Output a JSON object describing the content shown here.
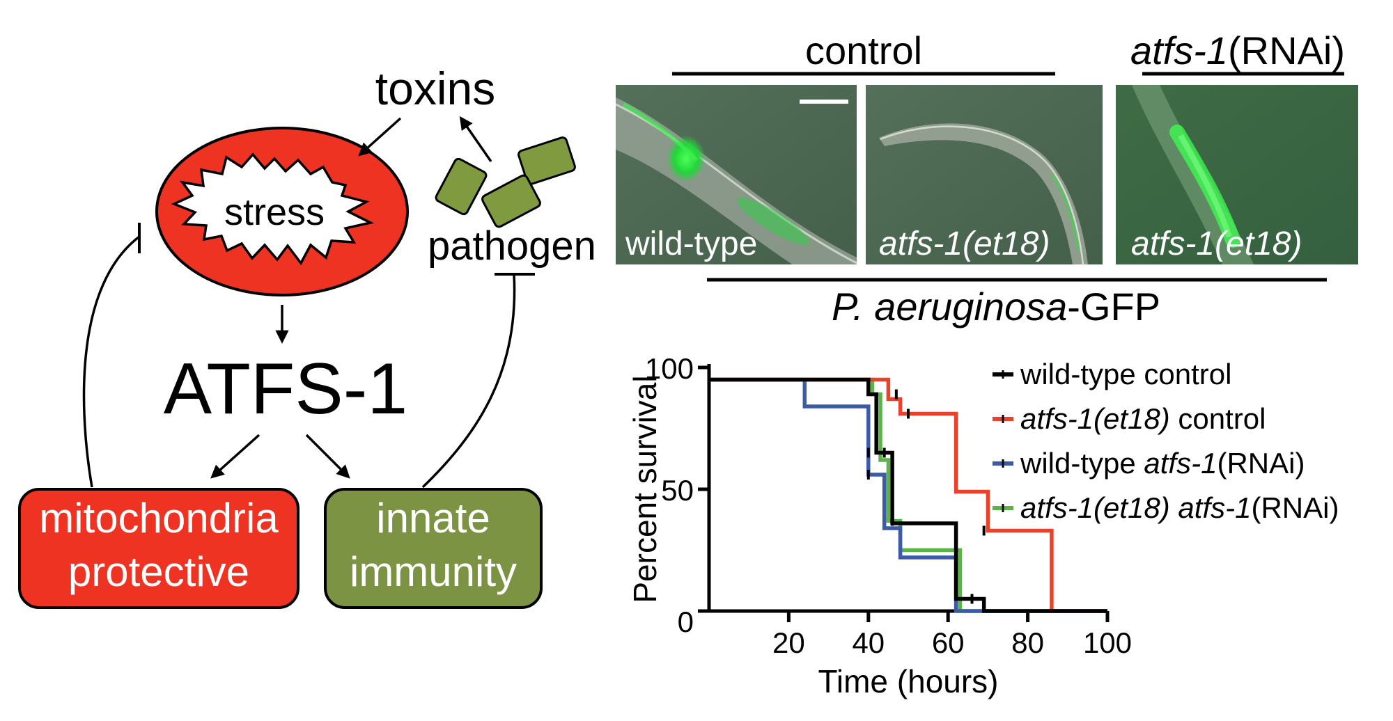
{
  "diagram": {
    "toxins": "toxins",
    "stress": "stress",
    "pathogen": "pathogen",
    "atfs1": "ATFS-1",
    "mito_line1": "mitochondria",
    "mito_line2": "protective",
    "innate_line1": "innate",
    "innate_line2": "immunity",
    "colors": {
      "red": "#ee3322",
      "green": "#7d9344",
      "pathogen_fill": "#7f9a3f"
    }
  },
  "micrographs": {
    "control_label": "control",
    "rnai_label_italic": "atfs-1",
    "rnai_label_plain": "(RNAi)",
    "panels": [
      {
        "label": "wild-type",
        "italic": false
      },
      {
        "label": "atfs-1(et18)",
        "italic": true
      },
      {
        "label": "atfs-1(et18)",
        "italic": true
      }
    ],
    "bottom_label_italic": "P. aeruginosa",
    "bottom_label_plain": "-GFP"
  },
  "chart_data": {
    "type": "line",
    "ylabel": "Percent survival",
    "xlabel": "Time (hours)",
    "xlim": [
      0,
      100
    ],
    "ylim": [
      0,
      100
    ],
    "xticks": [
      20,
      40,
      60,
      80,
      100
    ],
    "yticks": [
      0,
      50,
      100
    ],
    "legend_position": "top-right",
    "series": [
      {
        "name": "wild-type control",
        "name_italic": "",
        "name_plain": "wild-type control",
        "name_suffix": "",
        "color": "#000000",
        "steps": [
          [
            0,
            95
          ],
          [
            40,
            95
          ],
          [
            40,
            89
          ],
          [
            42,
            89
          ],
          [
            42,
            65
          ],
          [
            46,
            65
          ],
          [
            46,
            36
          ],
          [
            62,
            36
          ],
          [
            62,
            5
          ],
          [
            69,
            5
          ],
          [
            69,
            0
          ],
          [
            100,
            0
          ]
        ]
      },
      {
        "name": "atfs-1(et18) control",
        "name_italic": "atfs-1(et18)",
        "name_plain": " control",
        "name_suffix": "",
        "color": "#e8412c",
        "steps": [
          [
            0,
            95
          ],
          [
            45,
            95
          ],
          [
            45,
            87
          ],
          [
            48,
            87
          ],
          [
            48,
            81
          ],
          [
            62,
            81
          ],
          [
            62,
            49
          ],
          [
            70,
            49
          ],
          [
            70,
            33
          ],
          [
            86,
            33
          ],
          [
            86,
            0
          ],
          [
            100,
            0
          ]
        ]
      },
      {
        "name": "wild-type atfs-1(RNAi)",
        "name_italic": "atfs-1",
        "name_plain": "wild-type ",
        "name_suffix": "(RNAi)",
        "color": "#3b5ba8",
        "steps": [
          [
            0,
            95
          ],
          [
            24,
            95
          ],
          [
            24,
            84
          ],
          [
            40,
            84
          ],
          [
            40,
            56
          ],
          [
            44,
            56
          ],
          [
            44,
            34
          ],
          [
            48,
            34
          ],
          [
            48,
            22
          ],
          [
            62,
            22
          ],
          [
            62,
            0
          ],
          [
            100,
            0
          ]
        ]
      },
      {
        "name": "atfs-1(et18) atfs-1(RNAi)",
        "name_italic": "atfs-1(et18) atfs-1",
        "name_plain": "",
        "name_suffix": "(RNAi)",
        "color": "#5cb34a",
        "steps": [
          [
            0,
            95
          ],
          [
            41,
            95
          ],
          [
            41,
            89
          ],
          [
            43,
            89
          ],
          [
            43,
            62
          ],
          [
            45,
            62
          ],
          [
            45,
            37
          ],
          [
            48,
            37
          ],
          [
            48,
            25
          ],
          [
            63,
            25
          ],
          [
            63,
            0
          ],
          [
            100,
            0
          ]
        ]
      }
    ],
    "censor_marks": [
      {
        "series": 0,
        "x": 40,
        "y": 65
      },
      {
        "series": 0,
        "x": 44,
        "y": 65
      },
      {
        "series": 0,
        "x": 66,
        "y": 5
      },
      {
        "series": 1,
        "x": 47,
        "y": 89
      },
      {
        "series": 1,
        "x": 50,
        "y": 81
      },
      {
        "series": 1,
        "x": 69,
        "y": 33
      },
      {
        "series": 2,
        "x": 40,
        "y": 56
      },
      {
        "series": 3,
        "x": 46,
        "y": 37
      }
    ]
  }
}
